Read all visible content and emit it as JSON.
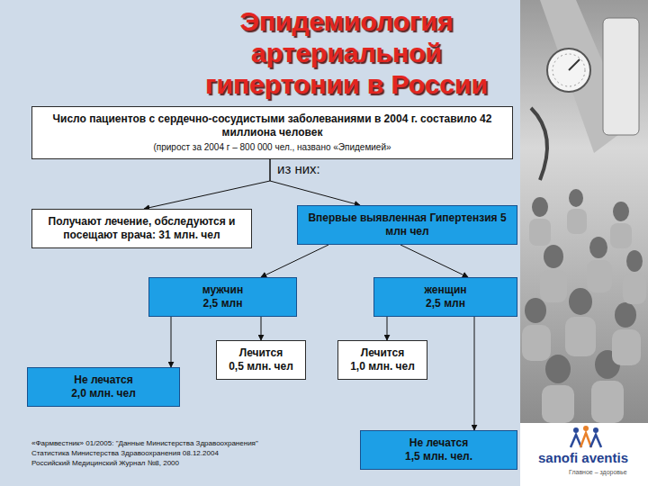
{
  "diagram": {
    "title": "Эпидемиология артериальной гипертонии в России",
    "nodes": [
      {
        "text": [
          "Число пациентов с сердечно-сосудистыми заболеваниями в 2004 г. составило 42 миллиона человек",
          "(прирост за 2004 г – 800 000 чел., названо «Эпидемией»"
        ]
      },
      {
        "text": [
          "Получают лечение, обследуются и посещают врача: 31 млн. чел"
        ]
      },
      {
        "text": [
          "Впервые выявленная Гипертензия 5 млн чел"
        ]
      },
      {
        "text": [
          "мужчин",
          "2,5 млн"
        ]
      },
      {
        "text": [
          "женщин",
          "2,5 млн"
        ]
      },
      {
        "text": [
          "Лечится",
          "0,5 млн. чел"
        ]
      },
      {
        "text": [
          "Лечится",
          "1,0 млн. чел"
        ]
      },
      {
        "text": [
          "Не лечатся",
          "2,0 млн. чел"
        ]
      },
      {
        "text": [
          "Не лечатся",
          "1,5 млн. чел."
        ]
      }
    ],
    "edges": [
      {
        "from": 0,
        "to": 1,
        "arrow": "to"
      },
      {
        "from": 0,
        "to": 2,
        "arrow": "to"
      },
      {
        "from": 2,
        "to": 3,
        "arrow": "to"
      },
      {
        "from": 2,
        "to": 4,
        "arrow": "to"
      },
      {
        "from": 3,
        "to": 7,
        "arrow": "to"
      },
      {
        "from": 3,
        "to": 5,
        "arrow": "to"
      },
      {
        "from": 4,
        "to": 6,
        "arrow": "to"
      },
      {
        "from": 4,
        "to": 8,
        "arrow": "to"
      }
    ],
    "labels": [
      "из них:",
      "«Фармвестник» 01/2005: \"Данные Министерства Здравоохранения\"",
      "Статистика Министерства Здравоохранения 08.12.2004",
      "Российский Медицинский Журнал №8, 2000",
      "sanofi aventis",
      "Главное – здоровье"
    ]
  }
}
